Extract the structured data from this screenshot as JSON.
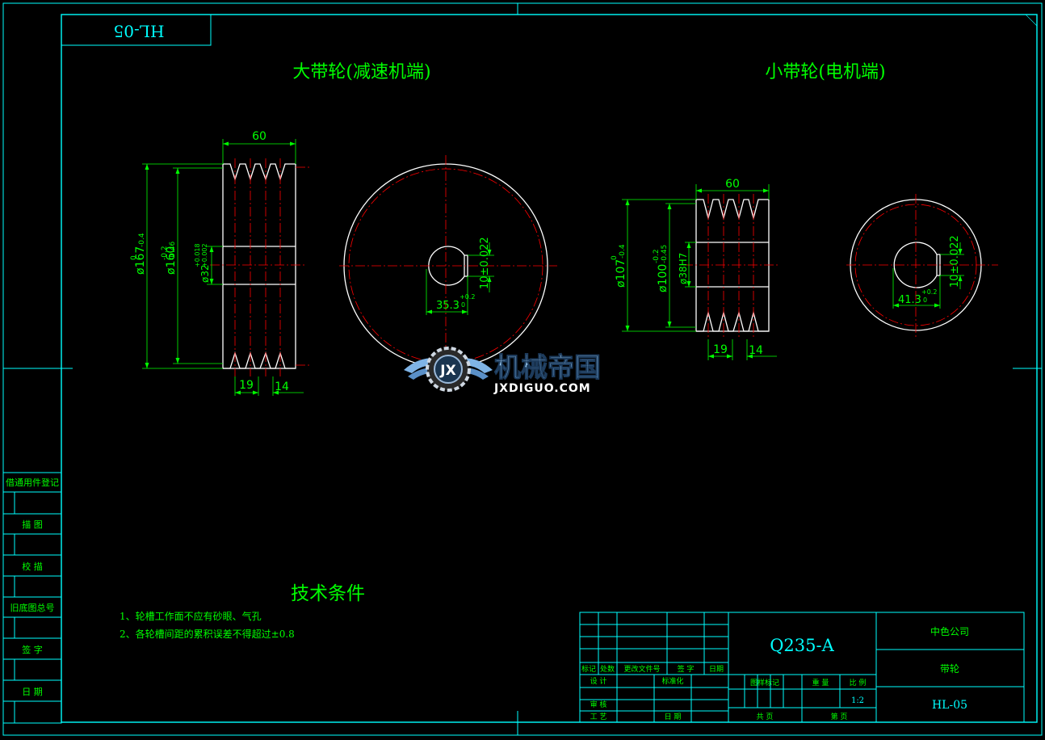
{
  "drawing": {
    "code_stamp": "HL-05",
    "views": {
      "large_pulley": {
        "title": "大带轮(减速机端)",
        "dim_width": "60",
        "dim_od": "ø167",
        "dim_od_tol_upper": "0",
        "dim_od_tol_lower": "-0.4",
        "dim_pd": "ø160",
        "dim_pd_tol_upper": "-0.2",
        "dim_pd_tol_lower": "-0.46",
        "dim_bore": "ø32",
        "dim_bore_tol_upper": "+0.018",
        "dim_bore_tol_lower": "+0.002",
        "dim_groove_pitch": "19",
        "dim_groove_edge": "14",
        "dim_keyway_height": "35.3",
        "dim_keyway_height_tol_upper": "+0.2",
        "dim_keyway_height_tol_lower": "0",
        "dim_keyway_width": "10±0.022"
      },
      "small_pulley": {
        "title": "小带轮(电机端)",
        "dim_width": "60",
        "dim_od": "ø107",
        "dim_od_tol_upper": "0",
        "dim_od_tol_lower": "-0.4",
        "dim_pd": "ø100",
        "dim_pd_tol_upper": "-0.2",
        "dim_pd_tol_lower": "-0.45",
        "dim_bore": "ø38H7",
        "dim_groove_pitch": "19",
        "dim_groove_edge": "14",
        "dim_keyway_height": "41.3",
        "dim_keyway_height_tol_upper": "+0.2",
        "dim_keyway_height_tol_lower": "0",
        "dim_keyway_width": "10±0.022"
      }
    },
    "tech_requirements": {
      "title": "技术条件",
      "items": [
        "1、轮槽工作面不应有砂眼、气孔",
        "2、各轮槽间距的累积误差不得超过±0.8"
      ]
    },
    "side_block": [
      "借通用件登记",
      "描  图",
      "校  描",
      "旧底图总号",
      "签  字",
      "日  期"
    ],
    "title_block": {
      "material": "Q235-A",
      "company": "中色公司",
      "part_name": "带轮",
      "drawing_no": "HL-05",
      "scale_value": "1:2",
      "labels": {
        "mark": "标记",
        "count": "处数",
        "change_doc": "更改文件号",
        "signature": "签 字",
        "date": "日期",
        "design": "设 计",
        "standardize": "标准化",
        "audit": "审 核",
        "process": "工 艺",
        "date2": "日 期",
        "stage_mark": "图样标记",
        "weight": "重 量",
        "scale": "比 例",
        "sheet_total": "共   页",
        "sheet_no": "第   页"
      }
    },
    "watermark": {
      "text_cn": "机械帝国",
      "text_en": "JXDIGUO.COM",
      "emblem": "JX"
    },
    "colors": {
      "background": "#000000",
      "geometry": "#ffffff",
      "dimension": "#00ff00",
      "centerline": "#ff0000",
      "frame": "#00ffff"
    }
  }
}
